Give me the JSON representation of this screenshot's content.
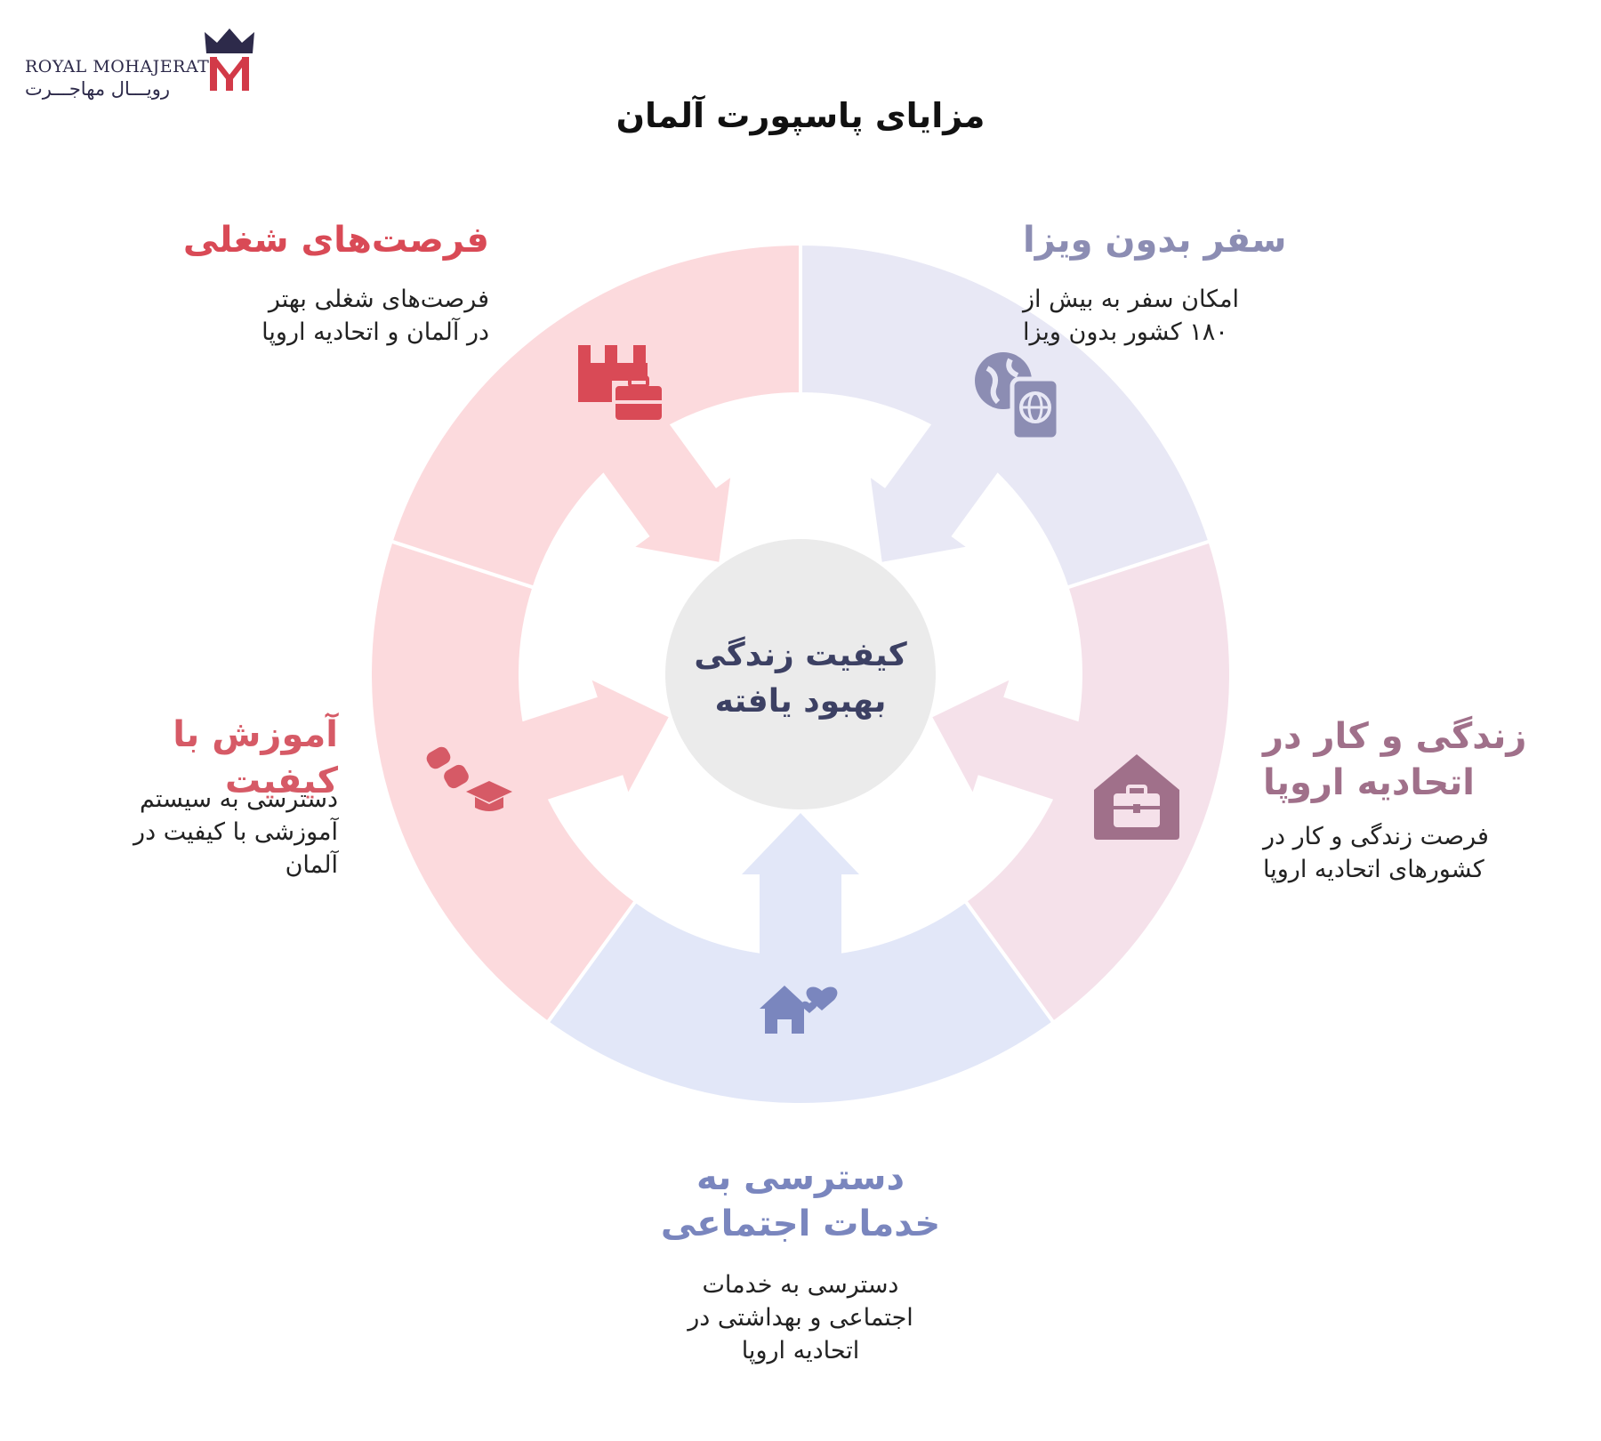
{
  "logo": {
    "latin": "ROYAL MOHAJERAT",
    "persian": "رویـــال مهاجـــرت"
  },
  "title": "مزایای پاسپورت آلمان",
  "center": {
    "line1": "کیفیت زندگی",
    "line2": "بهبود یافته",
    "color": "#3c4063"
  },
  "items": [
    {
      "id": "visa-free-travel",
      "heading": "سفر بدون ویزا",
      "desc_lines": [
        "امکان سفر به بیش از",
        "۱۸۰ کشور بدون ویزا"
      ],
      "icon": "globe-passport-icon",
      "color": "#8c8db3",
      "fill": "#e8e8f5"
    },
    {
      "id": "eu-live-work",
      "heading_lines": [
        "زندگی و کار در",
        "اتحادیه اروپا"
      ],
      "desc_lines": [
        "فرصت زندگی و کار در",
        "کشورهای اتحادیه اروپا"
      ],
      "icon": "briefcase-house-icon",
      "color": "#a0708a",
      "fill": "#f5e1ea"
    },
    {
      "id": "social-services",
      "heading_lines": [
        "دسترسی به",
        "خدمات اجتماعی"
      ],
      "desc_lines": [
        "دسترسی به خدمات",
        "اجتماعی و بهداشتی در",
        "اتحادیه اروپا"
      ],
      "icon": "house-hearts-icon",
      "color": "#7a86be",
      "fill": "#e2e7f8"
    },
    {
      "id": "quality-education",
      "heading": "آموزش با کیفیت",
      "desc_lines": [
        "دسترسی به سیستم",
        "آموزشی با کیفیت در",
        "آلمان"
      ],
      "icon": "graduation-books-icon",
      "color": "#d65a66",
      "fill": "#fcdadd"
    },
    {
      "id": "job-opportunities",
      "heading": "فرصت‌های شغلی",
      "desc_lines": [
        "فرصت‌های شغلی بهتر",
        "در آلمان و اتحادیه اروپا"
      ],
      "icon": "factory-briefcase-icon",
      "color": "#d94a56",
      "fill": "#fcdadd"
    }
  ],
  "colors": {
    "center_disc": "#ebebeb",
    "logo_navy": "#2d2a4a",
    "logo_red": "#d23a48"
  }
}
